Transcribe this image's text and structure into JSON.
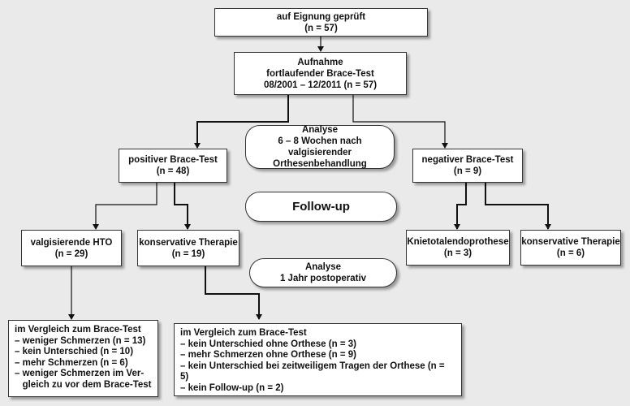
{
  "boxes": {
    "eligible": {
      "line1": "auf Eignung geprüft",
      "line2": "(n = 57)"
    },
    "admission": {
      "line1": "Aufnahme",
      "line2": "fortlaufender Brace-Test",
      "line3": "08/2001 – 12/2011 (n = 57)"
    },
    "analysis1": {
      "line1": "Analyse",
      "line2": "6 – 8 Wochen nach valgisierender",
      "line3": "Orthesenbehandlung"
    },
    "positive": {
      "line1": "positiver Brace-Test",
      "line2": "(n = 48)"
    },
    "negative": {
      "line1": "negativer Brace-Test",
      "line2": "(n = 9)"
    },
    "followup": {
      "label": "Follow-up"
    },
    "hto": {
      "line1": "valgisierende HTO",
      "line2": "(n = 29)"
    },
    "conservative_pos": {
      "line1": "konservative Therapie",
      "line2": "(n = 19)"
    },
    "analysis2": {
      "line1": "Analyse",
      "line2": "1 Jahr postoperativ"
    },
    "tkp": {
      "line1": "Knietotalendoprothese",
      "line2": "(n = 3)"
    },
    "conservative_neg": {
      "line1": "konservative Therapie",
      "line2": "(n = 6)"
    }
  },
  "hto_results": {
    "heading": "im Vergleich zum Brace-Test",
    "items": [
      "– weniger Schmerzen (n = 13)",
      "– kein Unterschied (n = 10)",
      "– mehr Schmerzen (n = 6)",
      "– weniger Schmerzen im Ver-",
      "   gleich zu vor dem Brace-Test"
    ]
  },
  "conservative_results": {
    "heading": "im Vergleich zum Brace-Test",
    "items": [
      "– kein Unterschied ohne Orthese (n = 3)",
      "– mehr Schmerzen ohne Orthese (n = 9)",
      "– kein Unterschied bei zeitweiligem Tragen der Orthese (n = 5)",
      "– kein Follow-up (n = 2)"
    ]
  }
}
